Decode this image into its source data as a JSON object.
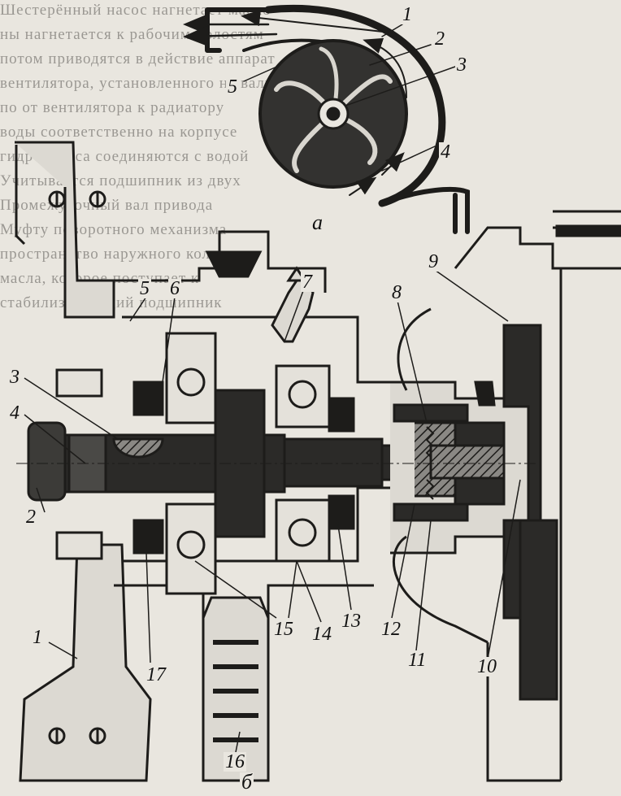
{
  "figure": {
    "subfigure_labels": {
      "a": "а",
      "b": "б"
    },
    "callouts_a": [
      "1",
      "2",
      "3",
      "4",
      "5"
    ],
    "callouts_b": [
      "1",
      "2",
      "3",
      "4",
      "5",
      "6",
      "7",
      "8",
      "9",
      "10",
      "11",
      "12",
      "13",
      "14",
      "15",
      "16",
      "17"
    ]
  },
  "background_text_lines": [
    "Шестерённый насос нагнетает масло",
    "ны нагнетается к рабочим полостям",
    "потом приводятся в действие аппарат",
    "вентилятора, установленного на валу",
    "по от вентилятора к радиатору",
    "воды соответственно на корпусе",
    "гидронасоса соединяются с водой",
    "Учитывается подшипник из двух",
    "Промежуточный вал привода",
    "Муфту поворотного механизма",
    "пространство наружного кольца",
    "масла, которое поступает к",
    "стабилизирующий подшипник"
  ],
  "colors": {
    "ink": "#1d1c1a",
    "paper": "#e9e6df",
    "shade": "#3a3936"
  }
}
